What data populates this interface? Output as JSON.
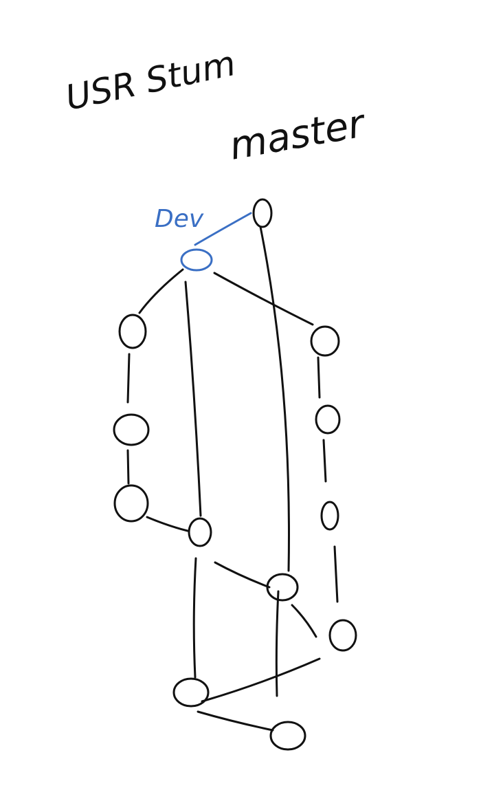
{
  "canvas": {
    "background": "#ffffff"
  },
  "colors": {
    "ink": "#111111",
    "dev_ink": "#3a6fc4"
  },
  "labels": {
    "handwritten_title": "USR Stum",
    "master_label": "master",
    "dev_label": "Dev"
  },
  "nodes": [
    {
      "id": "master-head",
      "branch": "master"
    },
    {
      "id": "dev-head",
      "branch": "dev"
    },
    {
      "id": "left-1",
      "branch": "left"
    },
    {
      "id": "left-2",
      "branch": "left"
    },
    {
      "id": "left-3",
      "branch": "left"
    },
    {
      "id": "right-1",
      "branch": "right"
    },
    {
      "id": "right-2",
      "branch": "right"
    },
    {
      "id": "right-3",
      "branch": "right"
    },
    {
      "id": "right-4",
      "branch": "right"
    },
    {
      "id": "merge-dev",
      "branch": "dev"
    },
    {
      "id": "merge-master",
      "branch": "master"
    },
    {
      "id": "bottom-merge",
      "branch": "dev"
    },
    {
      "id": "bottom-end",
      "branch": "master"
    }
  ]
}
